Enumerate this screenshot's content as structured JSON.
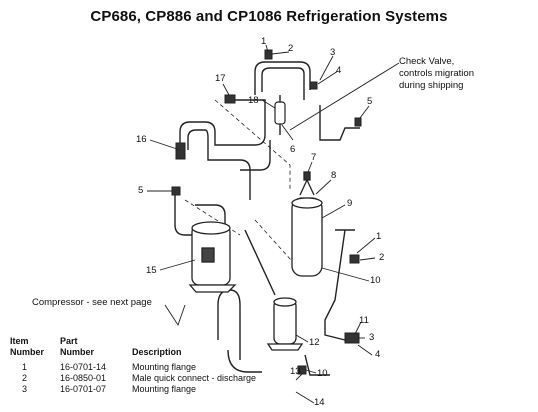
{
  "title": "CP686, CP886 and CP1086 Refrigeration Systems",
  "callouts": {
    "check_valve_line1": "Check Valve,",
    "check_valve_line2": "controls migration",
    "check_valve_line3": "during shipping",
    "compressor_note": "Compressor - see next page"
  },
  "numbers": {
    "n1a": "1",
    "n2a": "2",
    "n3a": "3",
    "n4a": "4",
    "n5a": "5",
    "n6": "6",
    "n7": "7",
    "n8": "8",
    "n9": "9",
    "n1b": "1",
    "n2b": "2",
    "n10a": "10",
    "n11": "11",
    "n3b": "3",
    "n12": "12",
    "n4b": "4",
    "n10b": "10",
    "n13": "13",
    "n14": "14",
    "n15": "15",
    "n16": "16",
    "n17": "17",
    "n18": "18",
    "n5b": "5"
  },
  "table": {
    "header_row1": {
      "item": "Item",
      "part": "Part",
      "desc": ""
    },
    "header_row2": {
      "item": "Number",
      "part": "Number",
      "desc": "Description"
    },
    "rows": [
      {
        "item": "1",
        "part": "16-0701-14",
        "desc": "Mounting flange"
      },
      {
        "item": "2",
        "part": "16-0850-01",
        "desc": "Male quick connect - discharge"
      },
      {
        "item": "3",
        "part": "16-0701-07",
        "desc": "Mounting flange"
      }
    ]
  }
}
